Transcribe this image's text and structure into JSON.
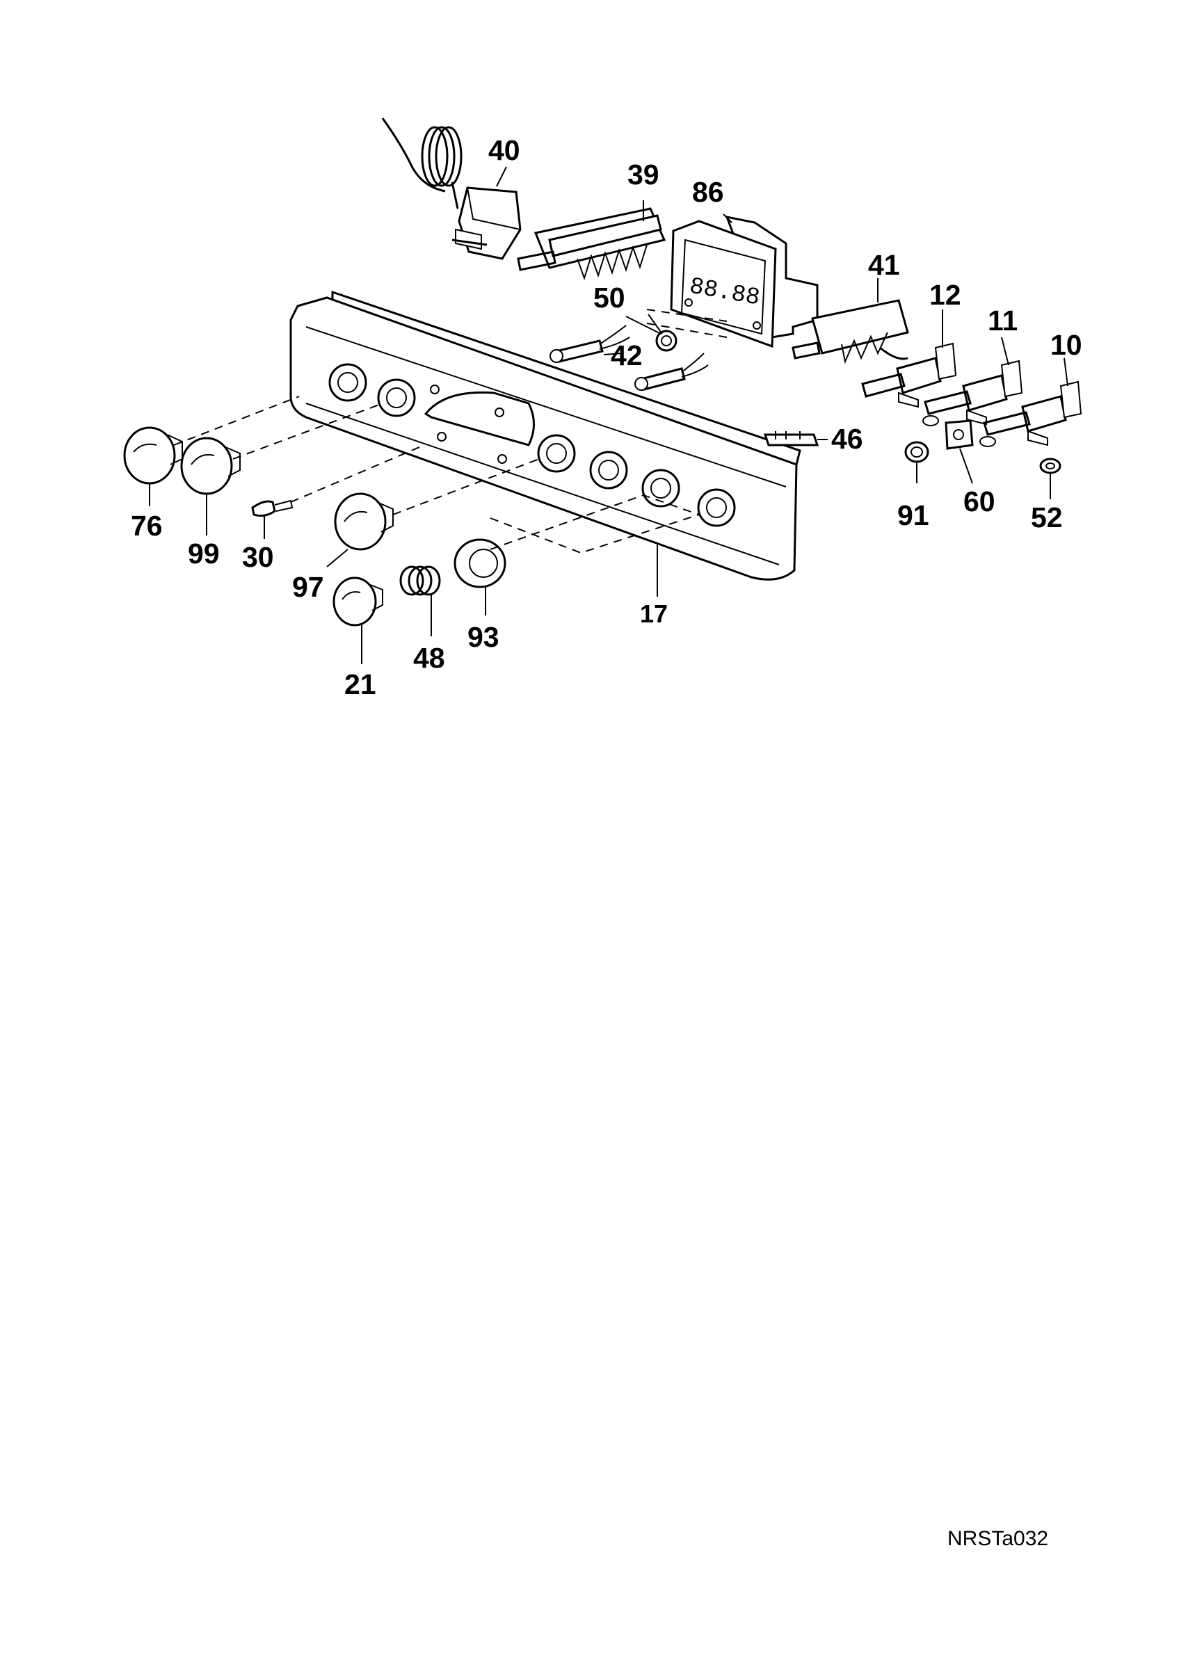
{
  "drawing_ref": "NRSTa032",
  "display_digits": "88.88",
  "callouts": {
    "c40": "40",
    "c39": "39",
    "c86": "86",
    "c41": "41",
    "c12": "12",
    "c11": "11",
    "c10": "10",
    "c50": "50",
    "c42": "42",
    "c46": "46",
    "c91": "91",
    "c60": "60",
    "c52": "52",
    "c76": "76",
    "c99": "99",
    "c30": "30",
    "c97": "97",
    "c17": "17",
    "c21": "21",
    "c48": "48",
    "c93": "93"
  }
}
